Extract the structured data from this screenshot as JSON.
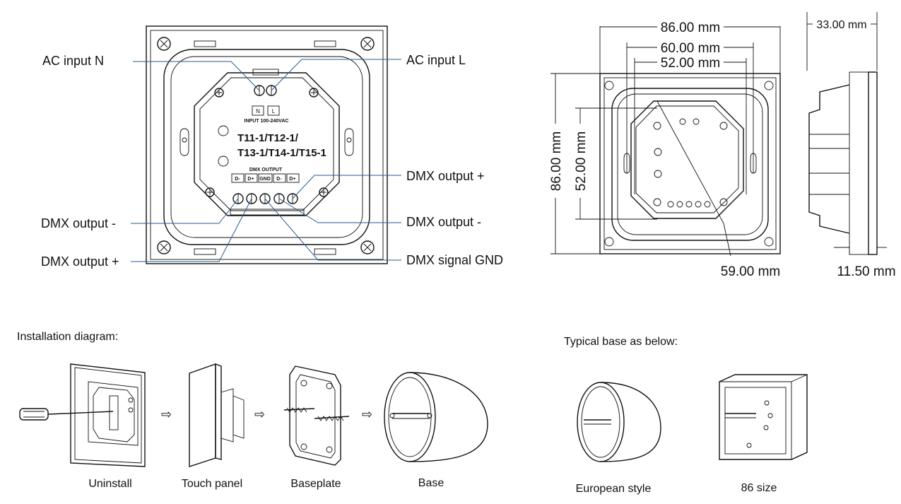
{
  "wiring_labels": {
    "ac_n": "AC input N",
    "ac_l": "AC input  L",
    "dmx_plus_right": "DMX output +",
    "dmx_minus_left": "DMX output -",
    "dmx_minus_right": "DMX output -",
    "dmx_plus_left": "DMX output +",
    "dmx_gnd": "DMX signal GND"
  },
  "module": {
    "term_n": "N",
    "term_l": "L",
    "input_rating": "INPUT 100-240VAC",
    "model_line1": "T11-1/T12-1/",
    "model_line2": "T13-1/T14-1/T15-1",
    "dmx_output_title": "DMX OUTPUT",
    "out_terms": [
      "D-",
      "D+",
      "GND",
      "D-",
      "D+"
    ]
  },
  "dimensions": {
    "width": "86.00 mm",
    "inner_width_1": "60.00 mm",
    "inner_width_2": "52.00 mm",
    "height": "86.00 mm",
    "inner_height": "52.00 mm",
    "diagonal": "59.00 mm",
    "depth_total": "33.00 mm",
    "depth_plate": "11.50 mm"
  },
  "installation": {
    "title": "Installation diagram:",
    "steps": [
      "Uninstall",
      "Touch panel",
      "Baseplate",
      "Base"
    ],
    "arrow_glyph": "⇨"
  },
  "bases": {
    "title": "Typical base as below:",
    "items": [
      "European style",
      "86 size"
    ]
  }
}
